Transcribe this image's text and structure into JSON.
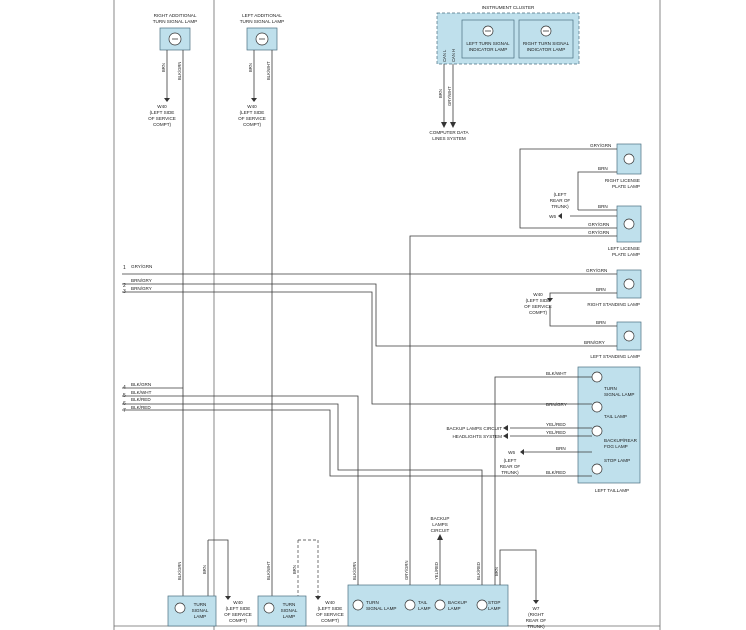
{
  "components": {
    "right_additional": {
      "line1": "RIGHT ADDITIONAL",
      "line2": "TURN SIGNAL LAMP",
      "pin1": "BRN",
      "pin2": "BLK/GRN"
    },
    "left_additional": {
      "line1": "LEFT ADDITIONAL",
      "line2": "TURN SIGNAL LAMP",
      "pin1": "BRN",
      "pin2": "BLK/WHT"
    },
    "cluster": {
      "title": "INSTRUMENT CLUSTER",
      "left_l1": "LEFT TURN SIGNAL",
      "left_l2": "INDICATOR LAMP",
      "right_l1": "RIGHT TURN SIGNAL",
      "right_l2": "INDICATOR LAMP",
      "can_l": "CAN L",
      "can_h": "CAN H",
      "w1": "BRN",
      "w2": "GRY/WHT",
      "sys1": "COMPUTER DATA",
      "sys2": "LINES SYSTEM"
    },
    "right_license": {
      "label1": "RIGHT LICENSE",
      "label2": "PLATE LAMP",
      "w_top": "GRY/GRN",
      "w_bot": "BRN"
    },
    "left_license": {
      "label1": "LEFT LICENSE",
      "label2": "PLATE LAMP",
      "w_top": "BRN",
      "w_bot": "GRY/GRN",
      "w_bot2": "GRY/GRN",
      "ground": "W6",
      "g1": "(LEFT",
      "g2": "REAR OF",
      "g3": "TRUNK)"
    },
    "right_standing": {
      "label": "RIGHT STANDING LAMP",
      "w_top": "GRY/GRN",
      "w_bot": "BRN",
      "ground": "W40",
      "g1": "(LEFT SIDE",
      "g2": "OF SERVICE",
      "g3": "COMPT)"
    },
    "left_standing": {
      "label": "LEFT STANDING LAMP",
      "w_top": "BRN",
      "w_bot": "BRN/GRY"
    },
    "left_taillamp": {
      "label": "LEFT TAILLAMP",
      "turn_l1": "TURN",
      "turn_l2": "SIGNAL LAMP",
      "tail": "TAIL LAMP",
      "backup_l1": "BACKUP/REAR",
      "backup_l2": "FOG LAMP",
      "stop": "STOP LAMP",
      "w_turn": "BLK/WHT",
      "w_tail": "BRN/GRY",
      "w_back1": "YEL/RED",
      "w_back2": "YEL/RED",
      "w_brn": "BRN",
      "w_stop": "BLK/RED",
      "circ1": "BACKUP LAMPS CIRCUIT",
      "circ2": "HEADLIGHTS SYSTEM",
      "ground": "W6",
      "g1": "(LEFT",
      "g2": "REAR OF",
      "g3": "TRUNK)"
    }
  },
  "left_wires": [
    {
      "num": "1",
      "color": "GRY/GRN"
    },
    {
      "num": "2",
      "color": "BRN/GRY"
    },
    {
      "num": "3",
      "color": "BRN/GRY"
    },
    {
      "num": "4",
      "color": "BLK/GRN"
    },
    {
      "num": "5",
      "color": "BLK/WHT"
    },
    {
      "num": "6",
      "color": "BLK/RED"
    },
    {
      "num": "7",
      "color": "BLK/RED"
    }
  ],
  "grounds_top": [
    {
      "id": "W40",
      "l1": "(LEFT SIDE",
      "l2": "OF SERVICE",
      "l3": "COMPT)"
    },
    {
      "id": "W40",
      "l1": "(LEFT SIDE",
      "l2": "OF SERVICE",
      "l3": "COMPT)"
    }
  ],
  "bottom": {
    "turn_r_l1": "TURN",
    "turn_r_l2": "SIGNAL",
    "turn_r_l3": "LAMP",
    "turn_l_l1": "TURN",
    "turn_l_l2": "SIGNAL",
    "turn_l_l3": "LAMP",
    "g1": {
      "id": "W40",
      "l1": "(LEFT SIDE",
      "l2": "OF SERVICE",
      "l3": "COMPT)"
    },
    "g2": {
      "id": "W40",
      "l1": "(LEFT SIDE",
      "l2": "OF SERVICE",
      "l3": "COMPT)"
    },
    "g3": {
      "id": "W7",
      "l1": "(RIGHT",
      "l2": "REAR OF",
      "l3": "TRUNK)"
    },
    "tail_turn_l1": "TURN",
    "tail_turn_l2": "SIGNAL LAMP",
    "tail_l1": "TAIL",
    "tail_l2": "LAMP",
    "backup_l1": "BACKUP",
    "backup_l2": "LAMP",
    "stop_l1": "STOP",
    "stop_l2": "LAMP",
    "backup_c1": "BACKUP",
    "backup_c2": "LAMPS",
    "backup_c3": "CIRCUIT",
    "w_blkgrn": "BLK/GRN",
    "w_brn": "BRN",
    "w_blkwht": "BLK/WHT",
    "w_brn2": "BRN",
    "w_blkgrn2": "BLK/GRN",
    "w_gry": "GRY/GRN",
    "w_yel": "YEL/RED",
    "w_blkred": "BLK/RED",
    "w_brn3": "BRN"
  }
}
